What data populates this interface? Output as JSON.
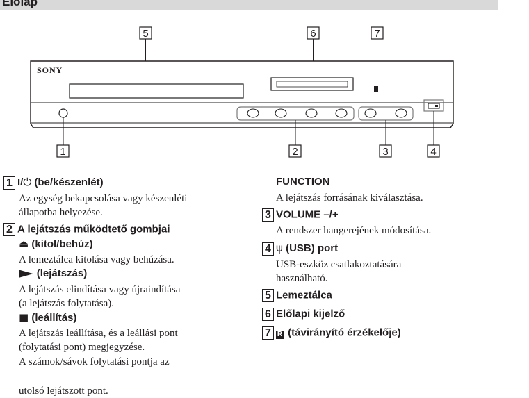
{
  "header": {
    "title": "Előlap"
  },
  "diagram": {
    "brand": "SONY",
    "callouts": [
      "1",
      "2",
      "3",
      "4",
      "5",
      "6",
      "7"
    ]
  },
  "left_column": {
    "item1": {
      "number": "1",
      "heading_prefix": "I/",
      "heading_symbol": "⏻",
      "heading_rest": " (be/készenlét)",
      "desc_line1": "Az egység bekapcsolása vagy készenléti",
      "desc_line2": "állapotba helyezése."
    },
    "item2": {
      "number": "2",
      "heading": "A lejátszás működtető gombjai",
      "eject_symbol": "⏏",
      "eject_label": " (kitol/behúz)",
      "eject_desc": "A lemeztálca kitolása vagy behúzása.",
      "play_symbol": "▶",
      "play_label": " (lejátszás)",
      "play_desc1": "A lejátszás elindítása vagy újraindítása",
      "play_desc2": "(a lejátszás folytatása).",
      "stop_symbol": "■",
      "stop_label": " (leállítás)",
      "stop_desc1": "A lejátszás leállítása, és a leállási pont",
      "stop_desc2": "(folytatási pont) megjegyzése.",
      "stop_desc3": "A számok/sávok folytatási pontja az",
      "stop_desc4": "utolsó lejátszott pont."
    }
  },
  "right_column": {
    "function_heading": "FUNCTION",
    "function_desc": "A lejátszás forrásának kiválasztása.",
    "item3": {
      "number": "3",
      "heading": "VOLUME –/+",
      "desc": "A rendszer hangerejének módosítása."
    },
    "item4": {
      "number": "4",
      "symbol": "ψ",
      "heading": " (USB) port",
      "desc1": "USB-eszköz csatlakoztatására",
      "desc2": "használható."
    },
    "item5": {
      "number": "5",
      "heading": "Lemeztálca"
    },
    "item6": {
      "number": "6",
      "heading": "Előlapi kijelző"
    },
    "item7": {
      "number": "7",
      "symbol": "R",
      "heading": " (távirányító érzékelője)"
    }
  }
}
